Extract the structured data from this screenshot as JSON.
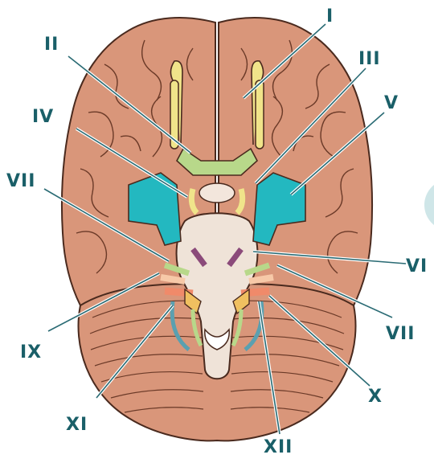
{
  "colors": {
    "brain": "#d9967a",
    "brain_dark": "#b97258",
    "outline": "#4a2a1e",
    "olfactory": "#f0e48a",
    "optic": "#b8d88a",
    "oculomotor": "#f0e48a",
    "trigeminal": "#23b8c0",
    "brainstem": "#efe3d8",
    "abducens": "#8b4a7a",
    "facial": "#f7c9a8",
    "glossopharyngeal": "#f08a6a",
    "vagus": "#f0c060",
    "accessory": "#5aa0b0",
    "hypoglossal": "#b8d88a",
    "cerebellum": "#d9967a",
    "label": "#1a5f68",
    "leader": "#2a6b74"
  },
  "labels": {
    "olfactory": "I",
    "optic": "II",
    "oculomotor": "III",
    "trochlear": "IV",
    "trigeminal": "V",
    "abducens": "VI",
    "facial_left": "VII",
    "facial_right": "VII",
    "glossopharyngeal": "IX",
    "vagus": "X",
    "accessory": "XI",
    "hypoglossal": "XII"
  }
}
